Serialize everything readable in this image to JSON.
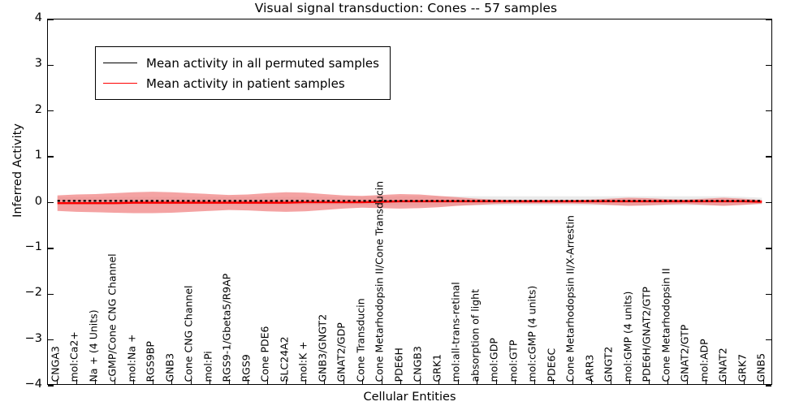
{
  "chart_data": {
    "type": "line",
    "title": "Visual signal transduction: Cones -- 57 samples",
    "xlabel": "Cellular Entities",
    "ylabel": "Inferred Activity",
    "ylim": [
      -4,
      4
    ],
    "yticks": [
      4,
      3,
      2,
      1,
      0,
      -1,
      -2,
      -3,
      -4
    ],
    "grid": false,
    "legend_position": "upper left",
    "legend": [
      {
        "label": "Mean activity in all permuted samples",
        "color": "#000000",
        "style": "dotted-line"
      },
      {
        "label": "Mean activity in patient samples",
        "color": "#ff0000",
        "style": "solid-line"
      }
    ],
    "categories": [
      "CNGA3",
      "mol:Ca2+",
      "Na + (4 Units)",
      "cGMP/Cone CNG Channel",
      "mol:Na +",
      "RGS9BP",
      "GNB3",
      "Cone CNG Channel",
      "mol:Pi",
      "RGS9-1/Gbeta5/R9AP",
      "RGS9",
      "Cone PDE6",
      "SLC24A2",
      "mol:K +",
      "GNB3/GNGT2",
      "GNAT2/GDP",
      "Cone Transducin",
      "Cone Metarhodopsin II/Cone Transducin",
      "PDE6H",
      "CNGB3",
      "GRK1",
      "mol:all-trans-retinal",
      "absorption of light",
      "mol:GDP",
      "mol:GTP",
      "mol:cGMP (4 units)",
      "PDE6C",
      "Cone Metarhodopsin II/X-Arrestin",
      "ARR3",
      "GNGT2",
      "mol:GMP (4 units)",
      "PDE6H/GNAT2/GTP",
      "Cone Metarhodopsin II",
      "GNAT2/GTP",
      "mol:ADP",
      "GNAT2",
      "GRK7",
      "GNB5"
    ],
    "series": [
      {
        "name": "Mean activity in all permuted samples",
        "color": "#000000",
        "values": [
          0.02,
          0.02,
          0.02,
          0.02,
          0.02,
          0.02,
          0.02,
          0.02,
          0.02,
          0.02,
          0.02,
          0.02,
          0.02,
          0.02,
          0.02,
          0.02,
          0.02,
          0.02,
          0.02,
          0.02,
          0.02,
          0.02,
          0.02,
          0.02,
          0.02,
          0.02,
          0.02,
          0.02,
          0.02,
          0.02,
          0.02,
          0.02,
          0.02,
          0.02,
          0.02,
          0.02,
          0.02,
          0.02
        ],
        "band_color": "#d9d9d9",
        "band_upper": [
          0.1,
          0.1,
          0.1,
          0.11,
          0.11,
          0.11,
          0.11,
          0.11,
          0.11,
          0.11,
          0.11,
          0.11,
          0.11,
          0.11,
          0.11,
          0.11,
          0.11,
          0.11,
          0.12,
          0.12,
          0.12,
          0.12,
          0.12,
          0.12,
          0.12,
          0.12,
          0.12,
          0.12,
          0.12,
          0.12,
          0.12,
          0.12,
          0.12,
          0.12,
          0.12,
          0.12,
          0.11,
          0.09
        ],
        "band_lower": [
          -0.07,
          -0.07,
          -0.07,
          -0.07,
          -0.07,
          -0.07,
          -0.07,
          -0.07,
          -0.07,
          -0.07,
          -0.07,
          -0.07,
          -0.07,
          -0.07,
          -0.07,
          -0.07,
          -0.07,
          -0.07,
          -0.08,
          -0.08,
          -0.08,
          -0.08,
          -0.08,
          -0.08,
          -0.08,
          -0.08,
          -0.08,
          -0.08,
          -0.08,
          -0.08,
          -0.08,
          -0.08,
          -0.08,
          -0.08,
          -0.08,
          -0.08,
          -0.07,
          -0.06
        ]
      },
      {
        "name": "Mean activity in patient samples",
        "color": "#ff0000",
        "values": [
          -0.03,
          -0.03,
          -0.03,
          -0.03,
          -0.02,
          -0.02,
          -0.02,
          -0.02,
          -0.02,
          -0.02,
          -0.02,
          -0.02,
          -0.02,
          -0.01,
          -0.01,
          -0.01,
          -0.01,
          0.0,
          0.01,
          0.01,
          0.01,
          0.01,
          0.01,
          0.01,
          0.01,
          0.01,
          0.01,
          0.01,
          0.01,
          0.01,
          0.01,
          0.01,
          0.01,
          0.01,
          0.01,
          0.01,
          0.01,
          0.0
        ],
        "band_color": "#f08080",
        "band_upper": [
          0.14,
          0.16,
          0.17,
          0.19,
          0.21,
          0.22,
          0.21,
          0.19,
          0.17,
          0.15,
          0.16,
          0.19,
          0.21,
          0.2,
          0.17,
          0.14,
          0.13,
          0.15,
          0.17,
          0.16,
          0.13,
          0.1,
          0.07,
          0.05,
          0.04,
          0.04,
          0.04,
          0.04,
          0.05,
          0.07,
          0.09,
          0.08,
          0.06,
          0.05,
          0.07,
          0.09,
          0.07,
          0.04
        ],
        "band_lower": [
          -0.2,
          -0.22,
          -0.23,
          -0.24,
          -0.25,
          -0.25,
          -0.24,
          -0.22,
          -0.2,
          -0.18,
          -0.19,
          -0.21,
          -0.22,
          -0.21,
          -0.18,
          -0.15,
          -0.13,
          -0.14,
          -0.15,
          -0.14,
          -0.12,
          -0.09,
          -0.07,
          -0.05,
          -0.04,
          -0.04,
          -0.04,
          -0.04,
          -0.05,
          -0.07,
          -0.09,
          -0.08,
          -0.06,
          -0.05,
          -0.07,
          -0.09,
          -0.07,
          -0.04
        ]
      }
    ]
  }
}
